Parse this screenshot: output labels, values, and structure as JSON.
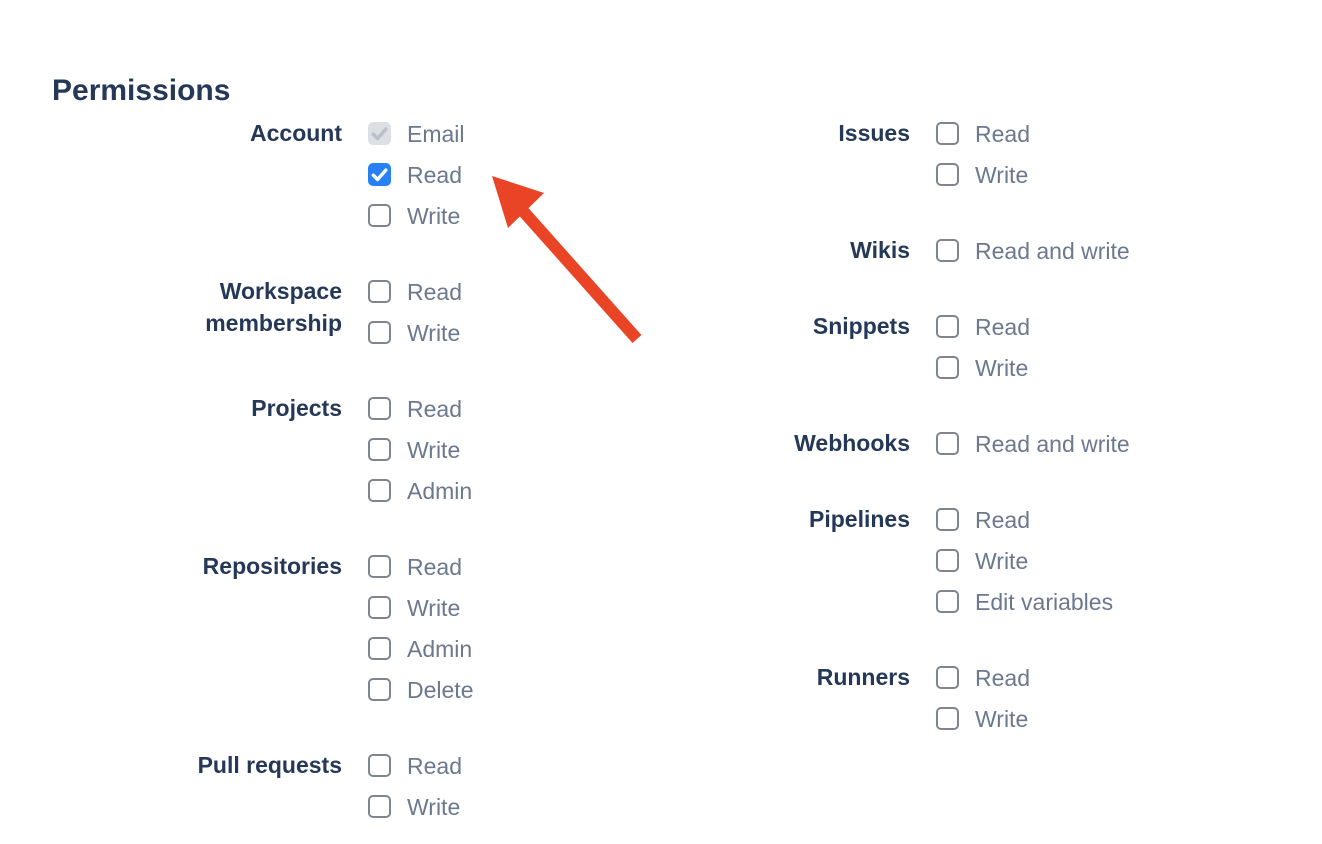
{
  "heading": "Permissions",
  "columns": {
    "left": {
      "groups": [
        {
          "label": "Account",
          "options": [
            {
              "label": "Email",
              "checked": true,
              "disabled": true
            },
            {
              "label": "Read",
              "checked": true,
              "disabled": false
            },
            {
              "label": "Write",
              "checked": false,
              "disabled": false
            }
          ]
        },
        {
          "label": "Workspace membership",
          "options": [
            {
              "label": "Read",
              "checked": false,
              "disabled": false
            },
            {
              "label": "Write",
              "checked": false,
              "disabled": false
            }
          ]
        },
        {
          "label": "Projects",
          "options": [
            {
              "label": "Read",
              "checked": false,
              "disabled": false
            },
            {
              "label": "Write",
              "checked": false,
              "disabled": false
            },
            {
              "label": "Admin",
              "checked": false,
              "disabled": false
            }
          ]
        },
        {
          "label": "Repositories",
          "options": [
            {
              "label": "Read",
              "checked": false,
              "disabled": false
            },
            {
              "label": "Write",
              "checked": false,
              "disabled": false
            },
            {
              "label": "Admin",
              "checked": false,
              "disabled": false
            },
            {
              "label": "Delete",
              "checked": false,
              "disabled": false
            }
          ]
        },
        {
          "label": "Pull requests",
          "options": [
            {
              "label": "Read",
              "checked": false,
              "disabled": false
            },
            {
              "label": "Write",
              "checked": false,
              "disabled": false
            }
          ]
        }
      ]
    },
    "right": {
      "groups": [
        {
          "label": "Issues",
          "options": [
            {
              "label": "Read",
              "checked": false,
              "disabled": false
            },
            {
              "label": "Write",
              "checked": false,
              "disabled": false
            }
          ]
        },
        {
          "label": "Wikis",
          "options": [
            {
              "label": "Read and write",
              "checked": false,
              "disabled": false
            }
          ]
        },
        {
          "label": "Snippets",
          "options": [
            {
              "label": "Read",
              "checked": false,
              "disabled": false
            },
            {
              "label": "Write",
              "checked": false,
              "disabled": false
            }
          ]
        },
        {
          "label": "Webhooks",
          "options": [
            {
              "label": "Read and write",
              "checked": false,
              "disabled": false
            }
          ]
        },
        {
          "label": "Pipelines",
          "options": [
            {
              "label": "Read",
              "checked": false,
              "disabled": false
            },
            {
              "label": "Write",
              "checked": false,
              "disabled": false
            },
            {
              "label": "Edit variables",
              "checked": false,
              "disabled": false
            }
          ]
        },
        {
          "label": "Runners",
          "options": [
            {
              "label": "Read",
              "checked": false,
              "disabled": false
            },
            {
              "label": "Write",
              "checked": false,
              "disabled": false
            }
          ]
        }
      ]
    }
  },
  "annotation_arrow": {
    "color": "#EA4426",
    "points_to": "account-read-checkbox"
  },
  "colors": {
    "heading_text": "#253858",
    "group_label_text": "#253858",
    "option_label_text": "#6B788E",
    "checkbox_checked_bg": "#2681F5",
    "checkbox_disabled_bg": "#DCDFE4",
    "checkbox_disabled_check": "#B9C0CA",
    "checkbox_border": "#7E858D",
    "background": "#FFFFFF"
  }
}
